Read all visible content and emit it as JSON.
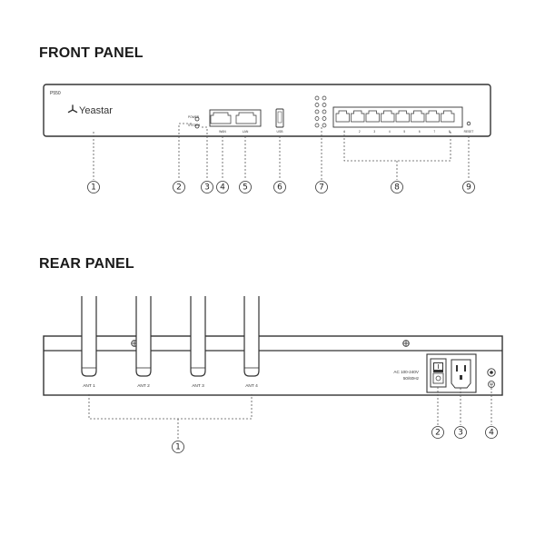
{
  "front": {
    "title": "FRONT PANEL",
    "model": "P550",
    "brand": "Yeastar",
    "power_label": "POWER",
    "system_label": "SYSTEM",
    "wan_label": "WAN",
    "lan_label": "LAN",
    "usb_label": "USB",
    "port_numbers": [
      "1",
      "2",
      "3",
      "4",
      "5",
      "6",
      "7",
      "8"
    ],
    "reset_label": "RESET",
    "callouts": [
      "1",
      "2",
      "3",
      "4",
      "5",
      "6",
      "7",
      "8",
      "9"
    ]
  },
  "rear": {
    "title": "REAR PANEL",
    "antennas": [
      "ANT 1",
      "ANT 2",
      "ANT 3",
      "ANT 4"
    ],
    "ac_line1": "AC 100-240V",
    "ac_line2": "50/60Hz",
    "callouts": [
      "1",
      "2",
      "3",
      "4"
    ]
  }
}
